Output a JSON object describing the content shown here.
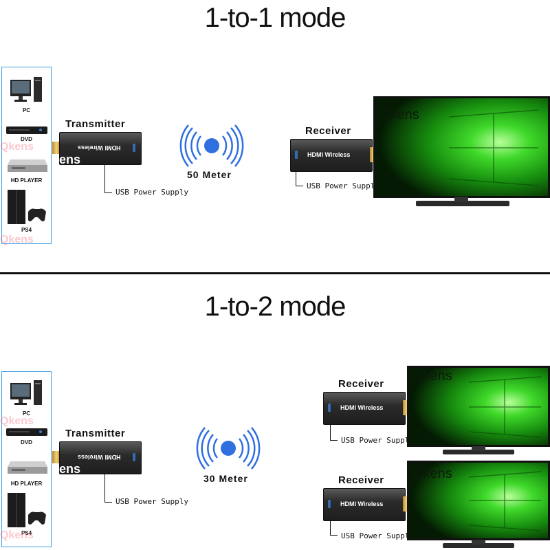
{
  "modes": [
    {
      "title": "1-to-1 mode",
      "transmitter_label": "Transmitter",
      "distance": "50 Meter",
      "receivers": [
        {
          "label": "Receiver",
          "box_text": "HDMI Wireless",
          "usb": "USB Power Supply"
        }
      ],
      "transmitter_usb": "USB Power Supply",
      "transmitter_box_text": "HDMI Wireless"
    },
    {
      "title": "1-to-2 mode",
      "transmitter_label": "Transmitter",
      "distance": "30 Meter",
      "receivers": [
        {
          "label": "Receiver",
          "box_text": "HDMI Wireless",
          "usb": "USB Power Supply"
        },
        {
          "label": "Receiver",
          "box_text": "HDMI Wireless",
          "usb": "USB Power Supply"
        }
      ],
      "transmitter_usb": "USB Power Supply",
      "transmitter_box_text": "HDMI Wireless"
    }
  ],
  "sources": [
    "PC",
    "DVD",
    "HD PLAYER",
    "PS4"
  ],
  "brand": "Qkens",
  "ens": "ens",
  "colors": {
    "accent_blue": "#2f6fe0",
    "panel_border": "#3a9ee0",
    "screen_green": "#2ec41d"
  }
}
